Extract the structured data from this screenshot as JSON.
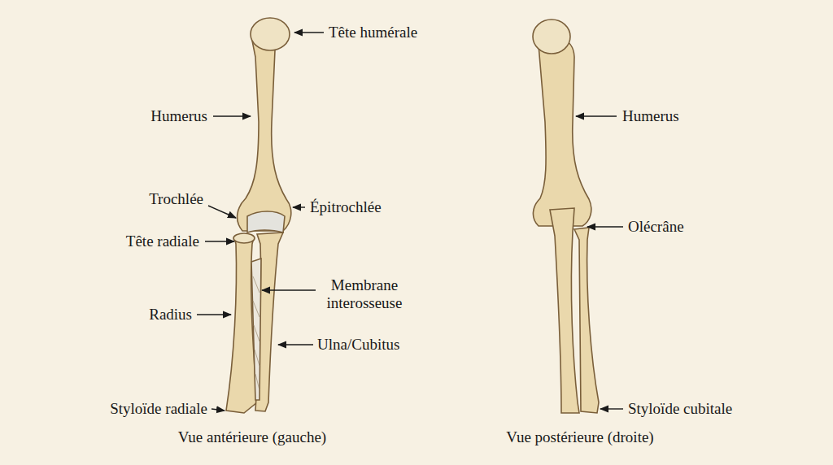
{
  "diagram": {
    "labels": [
      "Tête humérale",
      "Humerus",
      "Trochlée",
      "Épitrochlée",
      "Tête radiale",
      "Membrane interosseuse",
      "Radius",
      "Ulna/Cubitus",
      "Styloïde radiale",
      "Vue antérieure (gauche)",
      "Humerus",
      "Olécrâne",
      "Styloïde cubitale",
      "Vue postérieure (droite)"
    ]
  }
}
